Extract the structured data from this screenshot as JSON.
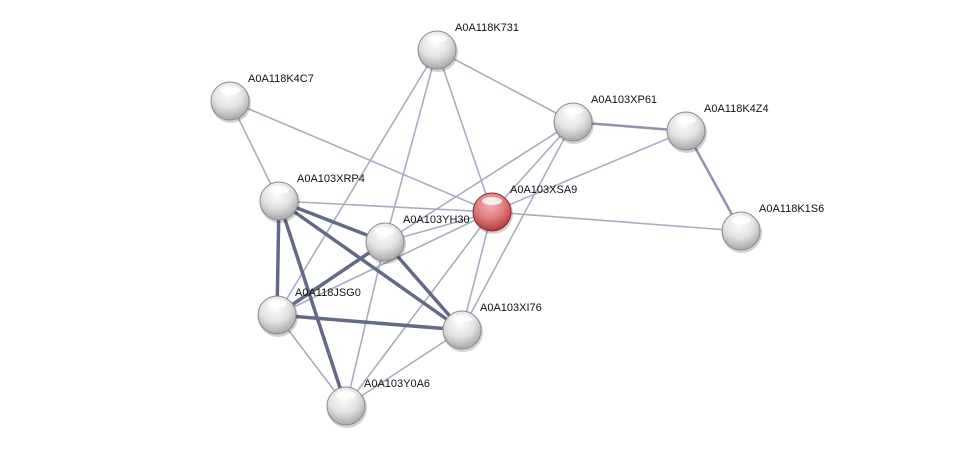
{
  "network": {
    "query_node": "A0A103XSA9",
    "colors": {
      "node": "#e0e0e0",
      "query": "#d9666b",
      "edge_thin": "#a9adc2",
      "edge_thick": "#636a85"
    },
    "nodes": [
      {
        "id": "A0A118K731"
      },
      {
        "id": "A0A118K4C7"
      },
      {
        "id": "A0A103XP61"
      },
      {
        "id": "A0A118K4Z4"
      },
      {
        "id": "A0A103XRP4"
      },
      {
        "id": "A0A103XSA9"
      },
      {
        "id": "A0A103YH30"
      },
      {
        "id": "A0A118K1S6"
      },
      {
        "id": "A0A118JSG0"
      },
      {
        "id": "A0A103XI76"
      },
      {
        "id": "A0A103Y0A6"
      }
    ],
    "edges": [
      [
        "A0A118K731",
        "A0A103XP61",
        1
      ],
      [
        "A0A118K731",
        "A0A103XSA9",
        1
      ],
      [
        "A0A118K731",
        "A0A118JSG0",
        1
      ],
      [
        "A0A118K731",
        "A0A103YH30",
        1
      ],
      [
        "A0A118K4C7",
        "A0A103XRP4",
        1
      ],
      [
        "A0A118K4C7",
        "A0A103XSA9",
        1
      ],
      [
        "A0A103XP61",
        "A0A118K4Z4",
        2
      ],
      [
        "A0A103XP61",
        "A0A103YH30",
        1
      ],
      [
        "A0A103XP61",
        "A0A103XSA9",
        1
      ],
      [
        "A0A103XP61",
        "A0A103XI76",
        1
      ],
      [
        "A0A118K4Z4",
        "A0A103XSA9",
        1
      ],
      [
        "A0A118K4Z4",
        "A0A118K1S6",
        2
      ],
      [
        "A0A103XRP4",
        "A0A103XSA9",
        1
      ],
      [
        "A0A103XSA9",
        "A0A118K1S6",
        1
      ],
      [
        "A0A103XSA9",
        "A0A103YH30",
        1
      ],
      [
        "A0A103XSA9",
        "A0A118JSG0",
        1
      ],
      [
        "A0A103XSA9",
        "A0A103XI76",
        1
      ],
      [
        "A0A103XSA9",
        "A0A103Y0A6",
        1
      ],
      [
        "A0A103YH30",
        "A0A103Y0A6",
        1
      ],
      [
        "A0A103XI76",
        "A0A103Y0A6",
        1
      ],
      [
        "A0A118JSG0",
        "A0A103Y0A6",
        1
      ],
      [
        "A0A103XRP4",
        "A0A103YH30",
        3
      ],
      [
        "A0A103XRP4",
        "A0A103XI76",
        3
      ],
      [
        "A0A103XRP4",
        "A0A118JSG0",
        3
      ],
      [
        "A0A103XRP4",
        "A0A103Y0A6",
        3
      ],
      [
        "A0A103YH30",
        "A0A118JSG0",
        3
      ],
      [
        "A0A103YH30",
        "A0A103XI76",
        3
      ],
      [
        "A0A118JSG0",
        "A0A103XI76",
        3
      ]
    ]
  }
}
